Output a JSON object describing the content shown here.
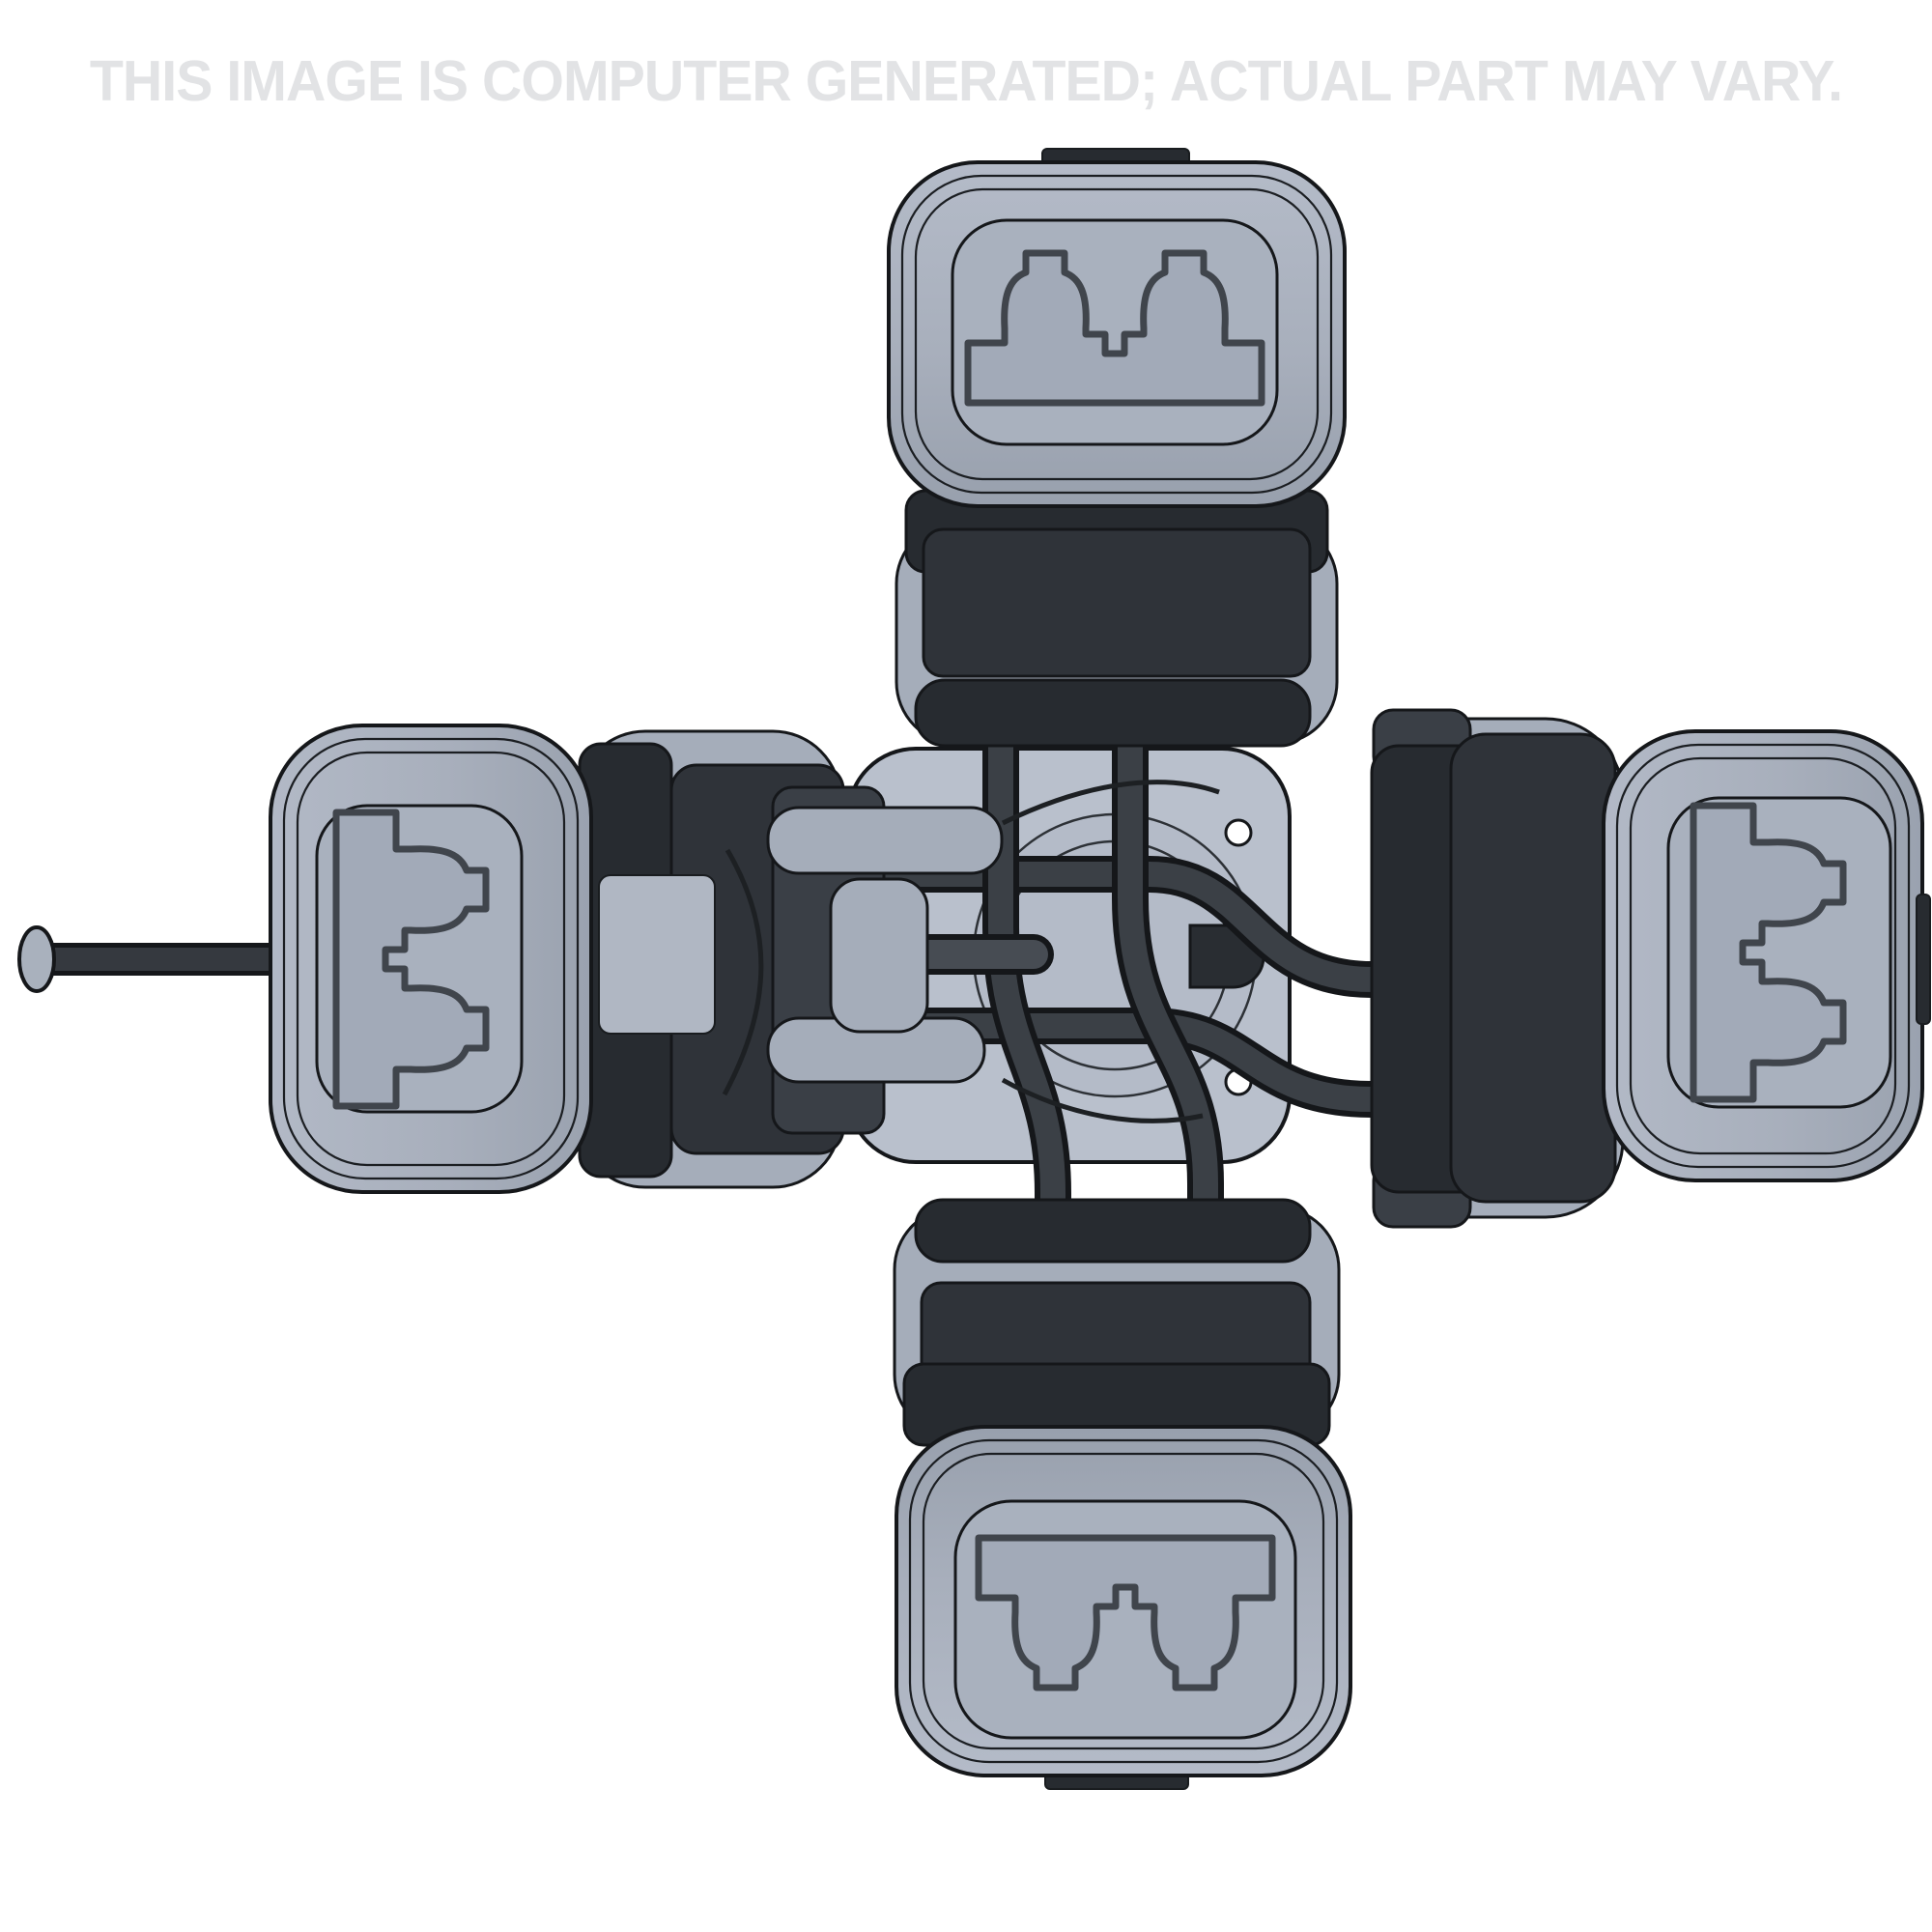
{
  "watermark": {
    "text": "THIS IMAGE IS COMPUTER GENERATED; ACTUAL PART MAY VARY.",
    "color": "#e2e3e5"
  },
  "render": {
    "alt": "CAD render, top view: four-way wiring-harness connector assembly. Four gray 2-pin weatherpack-style connector plugs point up, down, left and right from a central square mounting plate with two screw holes and a slotted tab; dark wires link the plugs and a thin rod with a rounded tip extends to the left.",
    "background": "#ffffff"
  },
  "palette": {
    "plate": "#b9c0cc",
    "plate_disc": "#b4bbc8",
    "panel": "#a9b1be",
    "cavity": "#a2aab8",
    "boot": "#a5adba",
    "light_panel": "#b0b7c3",
    "dark": "#2f3339",
    "dark2": "#272b30",
    "dark3": "#3a3f46",
    "slot": "#292d32",
    "hole": "#ffffff",
    "rod_tip": "#a9b1bd"
  },
  "parts": {
    "top_connector": "2-cavity connector plug (up)",
    "bottom_connector": "2-cavity connector plug (down)",
    "left_connector": "2-cavity connector plug (left)",
    "right_connector": "2-cavity connector plug (right)",
    "plate": "central mounting bracket plate",
    "rod": "probe rod with rounded tip",
    "wires": "harness jumper wires"
  }
}
